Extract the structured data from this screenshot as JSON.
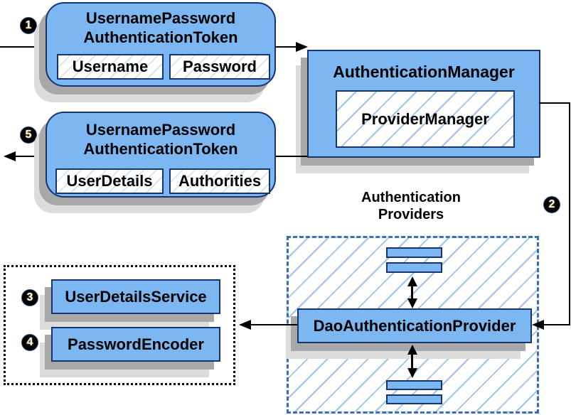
{
  "colors": {
    "box_fill": "#7db7f2",
    "box_border": "#16356e",
    "hatch_line": "#9ec4ec",
    "hatch_line_soft": "#cde0f4",
    "dashed_border": "#3c6eb4",
    "shadow_dark": "#a8a8a8",
    "shadow_light": "#dcdcdc",
    "connector": "#000000",
    "badge_bg": "#000000",
    "badge_text": "#ffffff"
  },
  "badges": {
    "step1": "1",
    "step2": "2",
    "step3": "3",
    "step4": "4",
    "step5": "5"
  },
  "request_token": {
    "title_line1": "UsernamePassword",
    "title_line2": "AuthenticationToken",
    "fields": [
      "Username",
      "Password"
    ]
  },
  "authentication_manager": {
    "title": "AuthenticationManager",
    "inner_label": "ProviderManager"
  },
  "response_token": {
    "title_line1": "UsernamePassword",
    "title_line2": "AuthenticationToken",
    "fields": [
      "UserDetails",
      "Authorities"
    ]
  },
  "providers": {
    "heading_line1": "Authentication",
    "heading_line2": "Providers",
    "main_provider": "DaoAuthenticationProvider"
  },
  "services": {
    "user_details_service": "UserDetailsService",
    "password_encoder": "PasswordEncoder"
  }
}
